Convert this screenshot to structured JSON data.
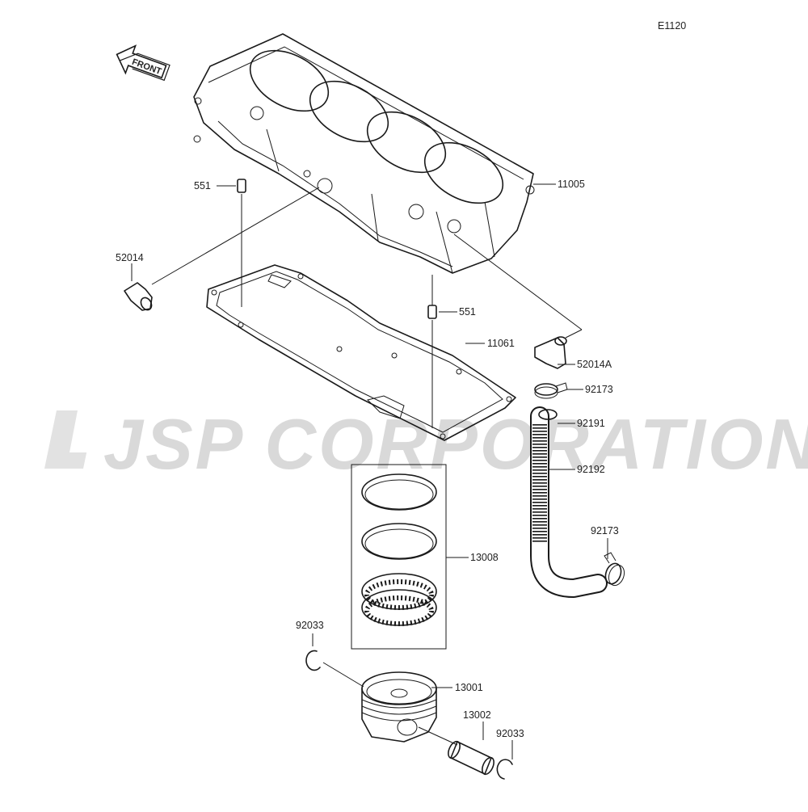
{
  "diagram_code": "E1120",
  "front_label": "FRONT",
  "watermark": "JSP CORPORATION",
  "parts": {
    "cylinder": "11005",
    "dowel_upper": "551",
    "dowel_lower": "551",
    "fitting_left": "52014",
    "gasket": "11061",
    "fitting_right": "52014A",
    "clamp_upper": "92173",
    "hose_end": "92191",
    "hose": "92192",
    "clamp_lower": "92173",
    "ring_set": "13008",
    "circlip_left": "92033",
    "piston": "13001",
    "pin": "13002",
    "circlip_right": "92033"
  }
}
